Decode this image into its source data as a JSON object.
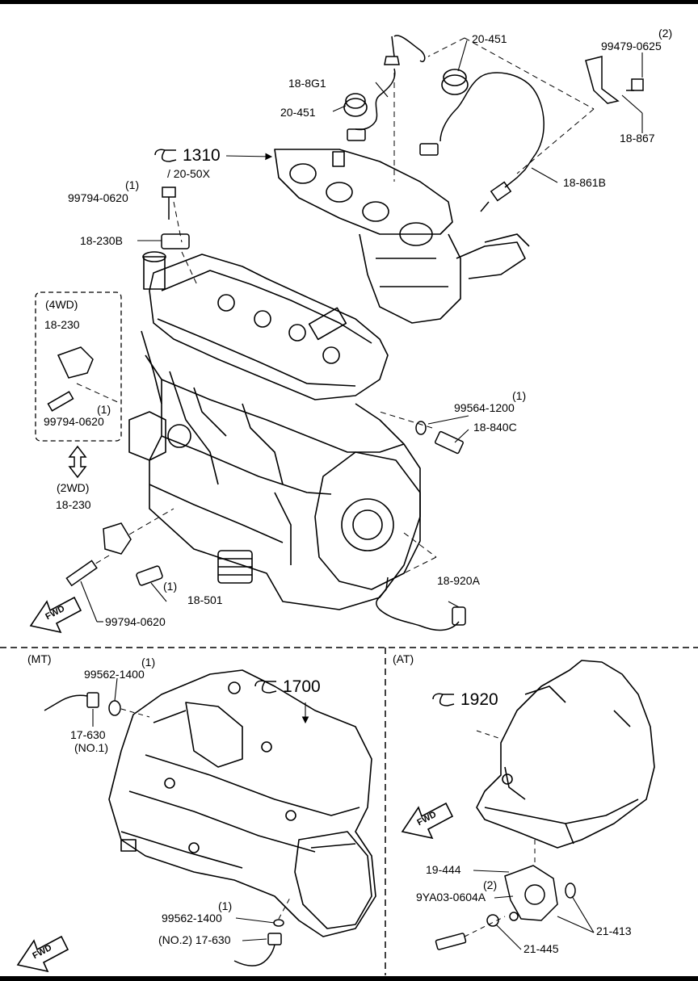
{
  "sections": {
    "mt": "(MT)",
    "at": "(AT)",
    "four_wd": "(4WD)",
    "two_wd": "(2WD)"
  },
  "references": {
    "exhaust": "1310",
    "exhaust_sub": "/ 20-50X",
    "manual_trans": "1700",
    "auto_trans": "1920"
  },
  "labels": {
    "l20_451_top": "20-451",
    "qty_99479": "(2)",
    "p99479": "99479-0625",
    "l18_8g1": "18-8G1",
    "l20_451_left": "20-451",
    "l18_867": "18-867",
    "l18_861b": "18-861B",
    "qty_99794_top": "(1)",
    "p99794_top": "99794-0620",
    "l18_230b": "18-230B",
    "l18_230_4wd": "18-230",
    "qty_99794_4wd": "(1)",
    "p99794_4wd": "99794-0620",
    "qty_99564": "(1)",
    "p99564": "99564-1200",
    "l18_840c": "18-840C",
    "l18_230_2wd": "18-230",
    "l18_920a": "18-920A",
    "qty_18_501": "(1)",
    "l18_501": "18-501",
    "p99794_bottom": "99794-0620",
    "qty_99562_top": "(1)",
    "p99562_top": "99562-1400",
    "l17_630": "17-630",
    "no1": "(NO.1)",
    "qty_99562_bottom": "(1)",
    "p99562_bottom": "99562-1400",
    "no2_17_630": "(NO.2) 17-630",
    "l19_444": "19-444",
    "qty_9ya03": "(2)",
    "p9ya03": "9YA03-0604A",
    "l21_413": "21-413",
    "l21_445": "21-445"
  },
  "fwd_text": "FWD",
  "colors": {
    "line": "#000000",
    "background": "#ffffff"
  }
}
